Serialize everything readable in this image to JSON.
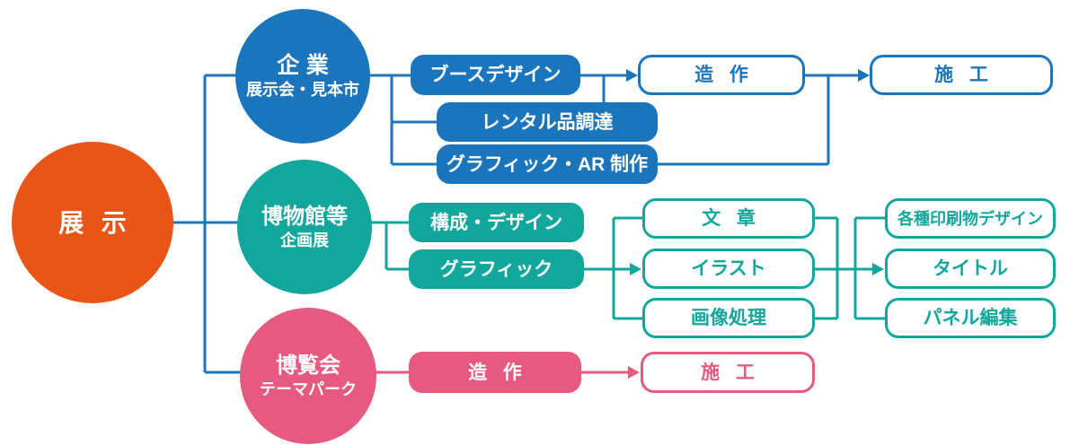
{
  "palette": {
    "orange": "#E95517",
    "blue": "#1B75BC",
    "teal": "#11A79D",
    "pink": "#E75A80"
  },
  "diagram": {
    "root": {
      "label": "展示"
    },
    "branches": [
      {
        "id": "corporate",
        "circle": {
          "title": "企業",
          "subtitle": "展示会・見本市"
        },
        "level1": [
          "ブースデザイン",
          "レンタル品調達",
          "グラフィック・AR 制作"
        ],
        "level2": [
          "造作"
        ],
        "level3": [
          "施工"
        ]
      },
      {
        "id": "museum",
        "circle": {
          "title": "博物館等",
          "subtitle": "企画展"
        },
        "level1": [
          "構成・デザイン",
          "グラフィック"
        ],
        "level2": [
          "文章",
          "イラスト",
          "画像処理"
        ],
        "level3": [
          "各種印刷物デザイン",
          "タイトル",
          "パネル編集"
        ]
      },
      {
        "id": "expo",
        "circle": {
          "title": "博覧会",
          "subtitle": "テーマパーク"
        },
        "level1": [
          "造作"
        ],
        "level2": [
          "施工"
        ]
      }
    ]
  },
  "icons": {
    "arrowhead": "right-pointing-triangle"
  }
}
